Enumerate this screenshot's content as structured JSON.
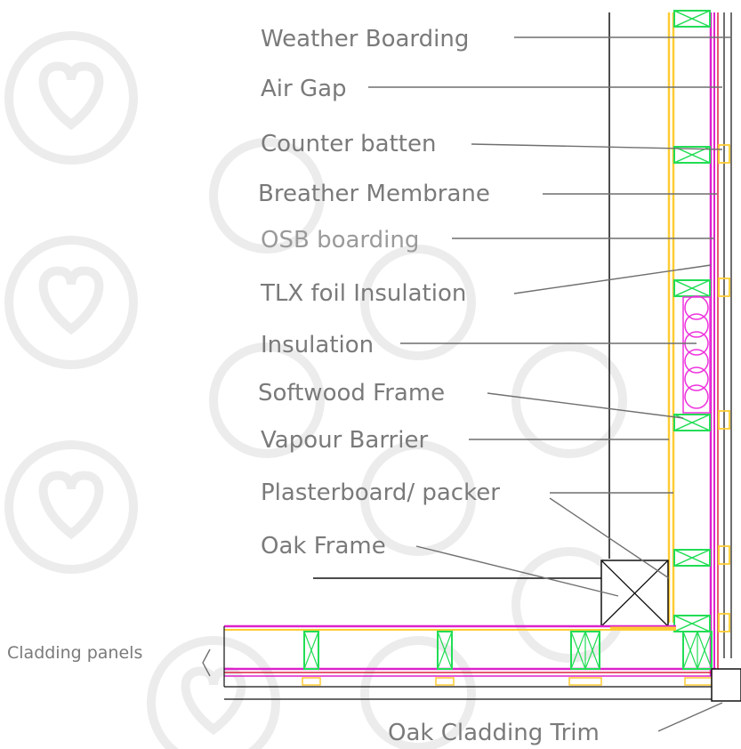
{
  "diagram": {
    "labels": [
      {
        "id": "weather-boarding",
        "text": "Weather Boarding"
      },
      {
        "id": "air-gap",
        "text": "Air Gap"
      },
      {
        "id": "counter-batten",
        "text": "Counter batten"
      },
      {
        "id": "breather-membrane",
        "text": "Breather Membrane"
      },
      {
        "id": "osb-boarding",
        "text": "OSB boarding"
      },
      {
        "id": "tlx-foil-insulation",
        "text": "TLX foil Insulation"
      },
      {
        "id": "insulation",
        "text": "Insulation"
      },
      {
        "id": "softwood-frame",
        "text": "Softwood Frame"
      },
      {
        "id": "vapour-barrier",
        "text": "Vapour Barrier"
      },
      {
        "id": "plasterboard-packer",
        "text": "Plasterboard/ packer"
      },
      {
        "id": "oak-frame",
        "text": "Oak Frame"
      },
      {
        "id": "cladding-panels",
        "text": "Cladding panels"
      },
      {
        "id": "oak-cladding-trim",
        "text": "Oak Cladding Trim"
      }
    ],
    "colors": {
      "background": "#ffffff",
      "watermark": "#ececec",
      "label_text": "#7a7a7a",
      "leader_line": "#6f6f6f",
      "batten": "#22dd55",
      "softwood": "#ffcc33",
      "membrane": "#dd22cc",
      "red_layer": "#dd2244",
      "frame_line": "#111111",
      "insulation": "#ee33dd"
    }
  }
}
